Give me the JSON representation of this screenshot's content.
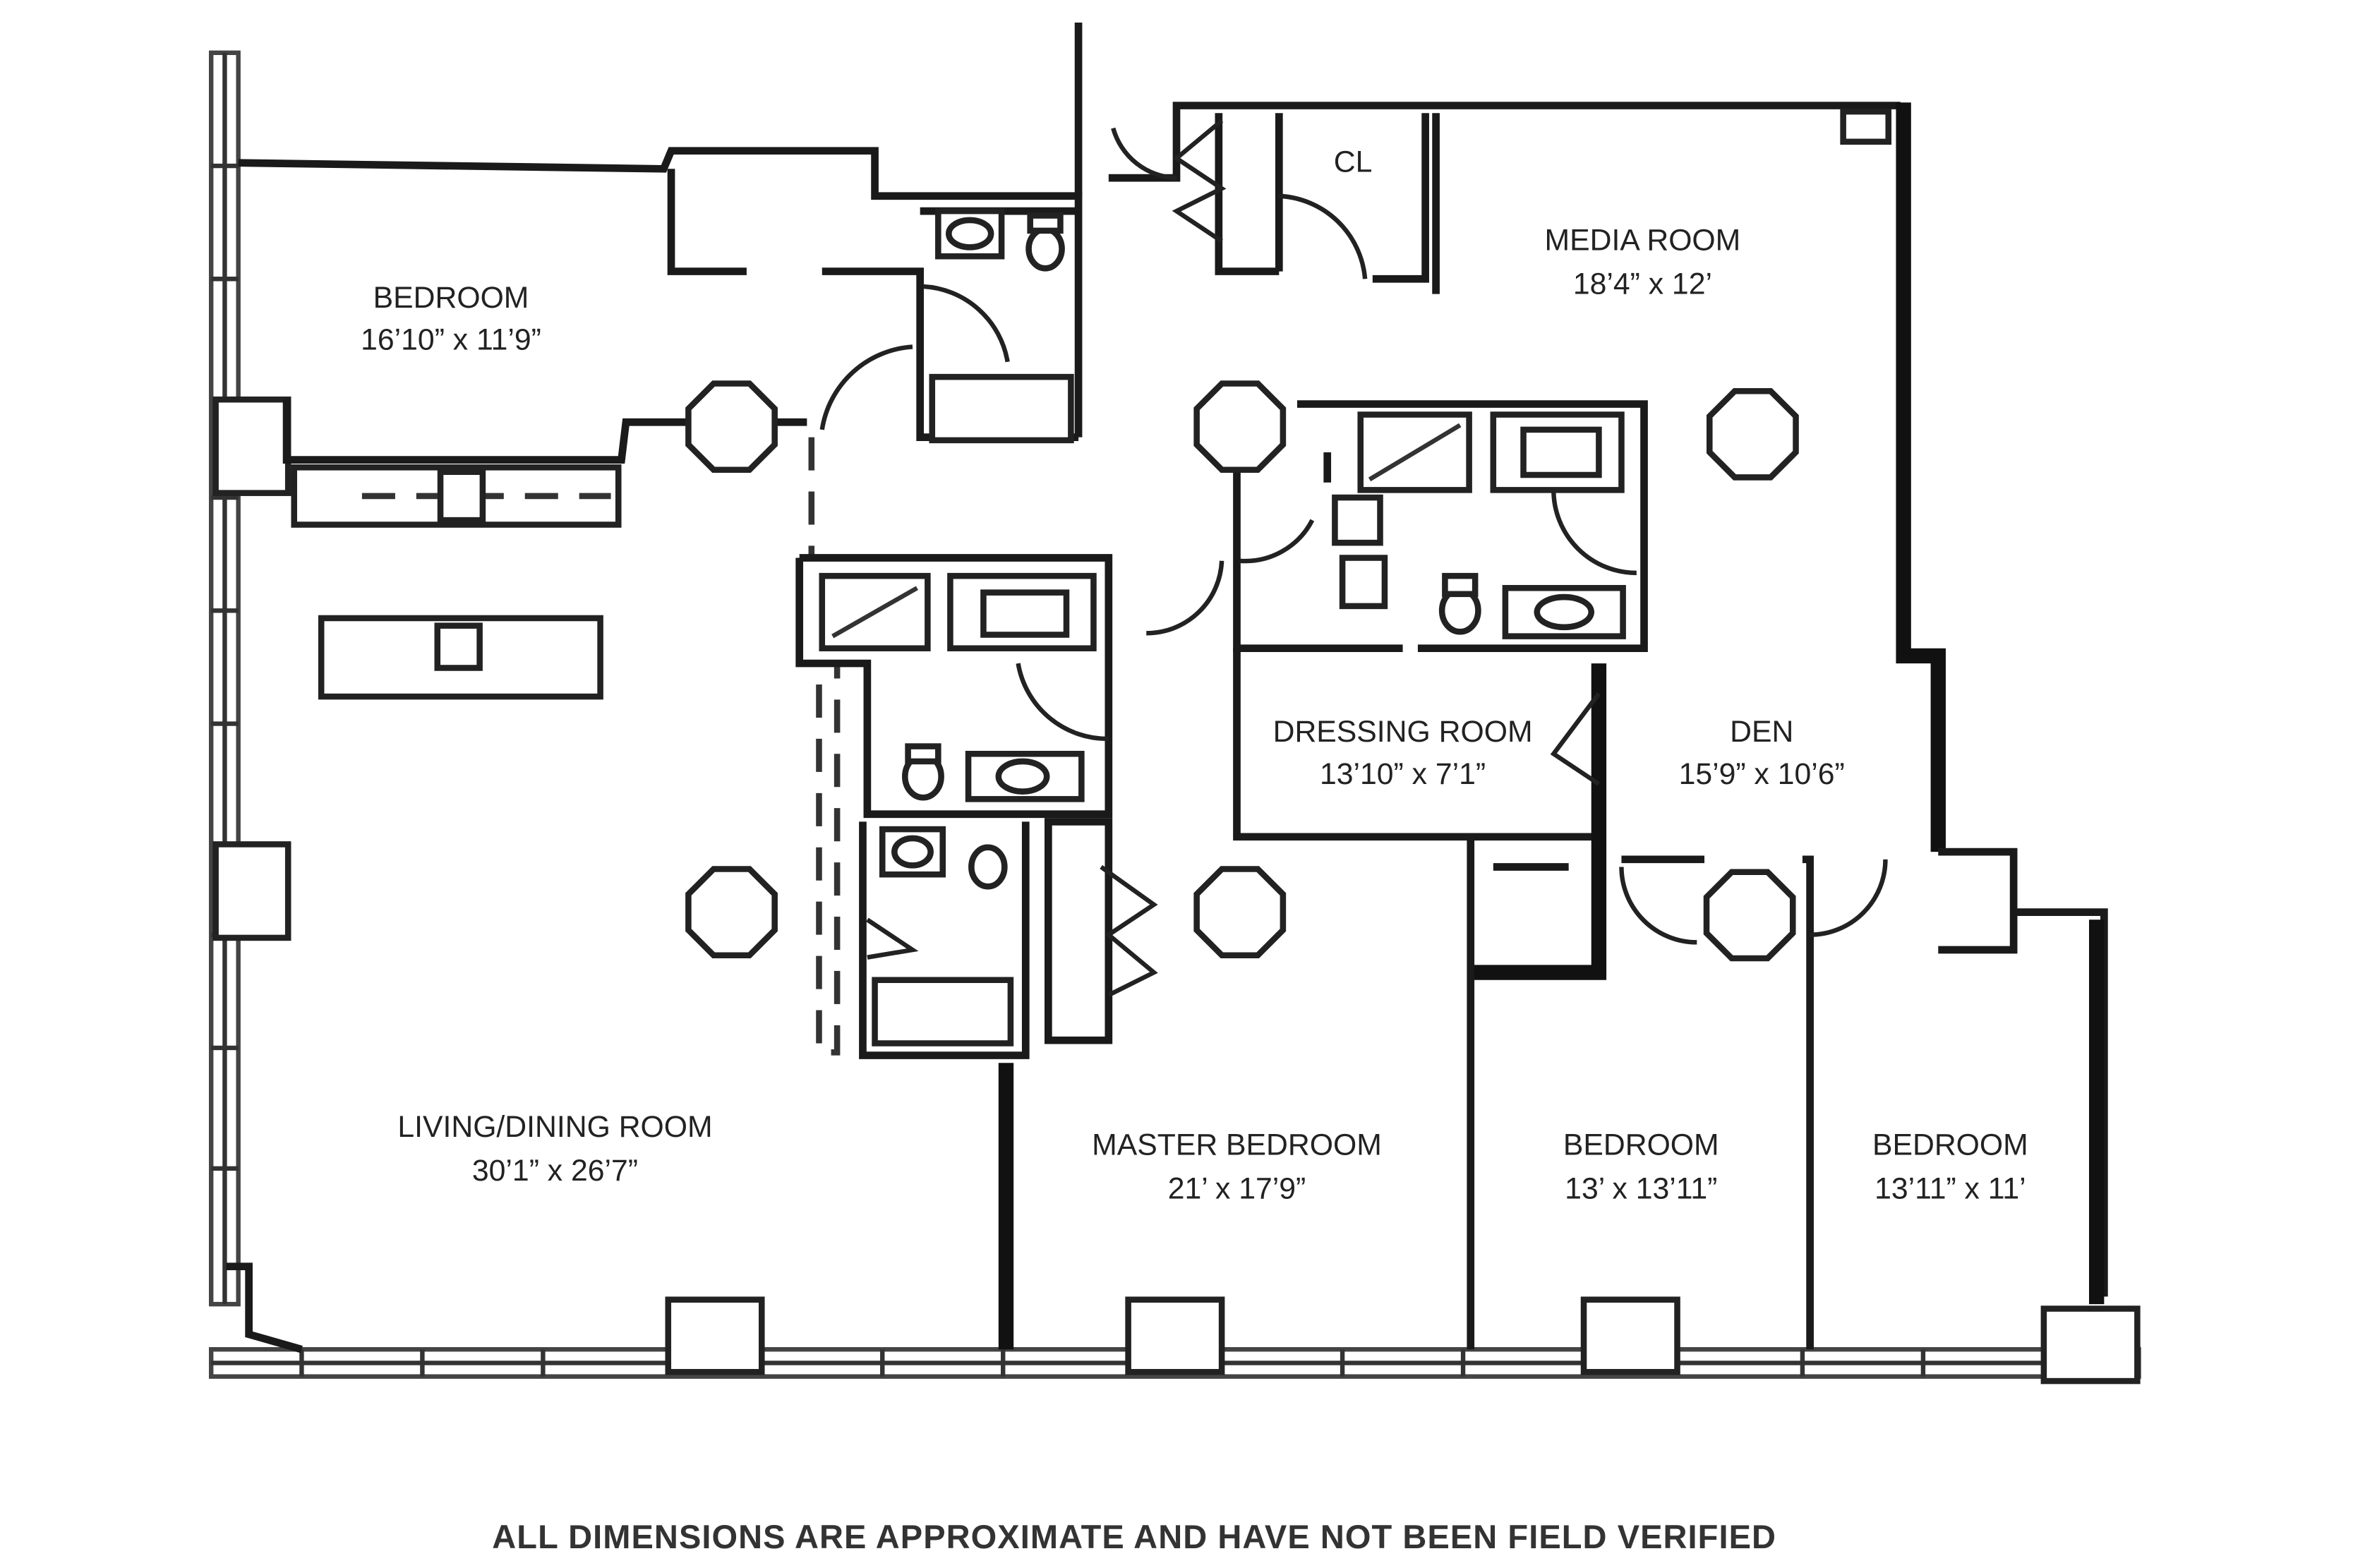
{
  "rooms": [
    {
      "name": "BEDROOM",
      "dims": "16’10” x 11’9”"
    },
    {
      "name": "CL",
      "dims": ""
    },
    {
      "name": "MEDIA ROOM",
      "dims": "18’4” x 12’"
    },
    {
      "name": "DRESSING ROOM",
      "dims": "13’10” x 7’1”"
    },
    {
      "name": "DEN",
      "dims": "15’9” x 10’6”"
    },
    {
      "name": "LIVING/DINING ROOM",
      "dims": "30’1” x 26’7”"
    },
    {
      "name": "MASTER BEDROOM",
      "dims": "21’ x 17’9”"
    },
    {
      "name": "BEDROOM",
      "dims": "13’ x 13’11”"
    },
    {
      "name": "BEDROOM",
      "dims": "13’11” x 11’"
    }
  ],
  "disclaimer": "ALL DIMENSIONS ARE APPROXIMATE AND HAVE NOT BEEN FIELD VERIFIED"
}
